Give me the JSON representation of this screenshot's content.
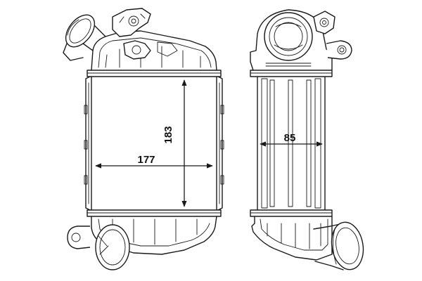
{
  "dimensions": {
    "width_label": "177",
    "height_label": "183",
    "depth_label": "85"
  },
  "colors": {
    "line": "#1a1a1a",
    "background": "#ffffff"
  }
}
